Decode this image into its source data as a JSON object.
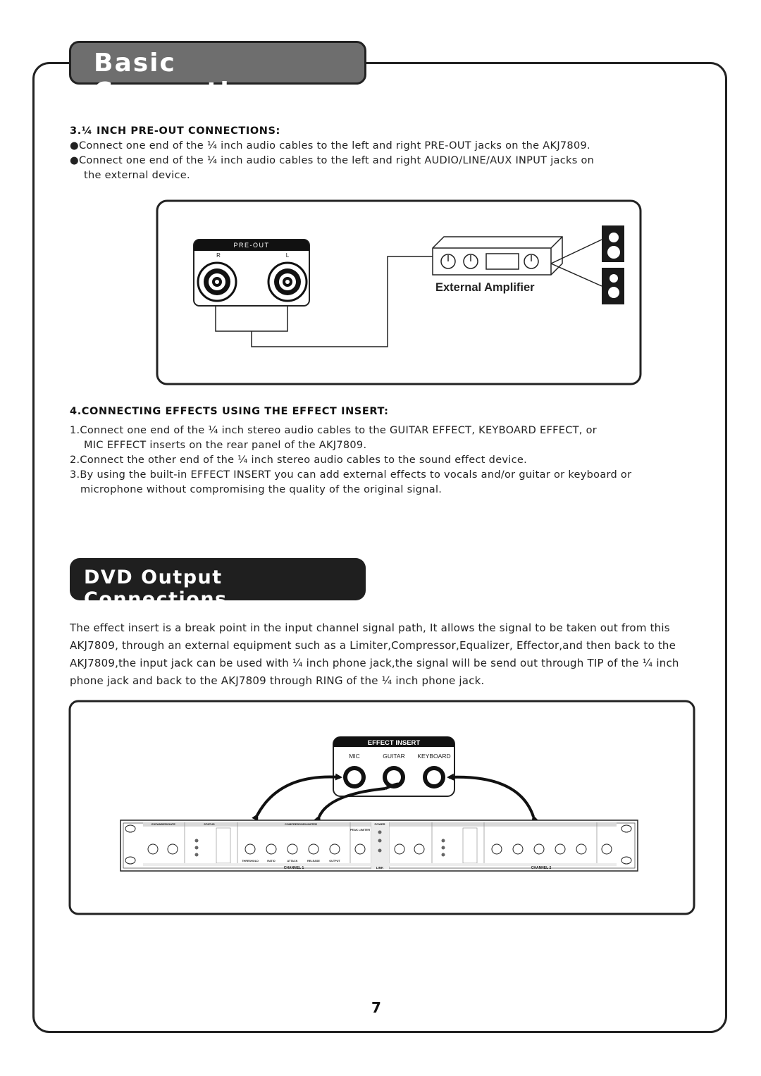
{
  "sections": {
    "basic_title": "Basic Connections",
    "dvd_title": "DVD Output Connections"
  },
  "preout": {
    "heading": "3.¼ INCH PRE-OUT CONNECTIONS:",
    "bullets": [
      "●Connect one end of the ¼ inch audio cables to the left and right PRE-OUT jacks on the AKJ7809.",
      "●Connect one end of the ¼ inch audio cables to the left and right AUDIO/LINE/AUX INPUT jacks on",
      "the external device."
    ]
  },
  "diagram1": {
    "panel_label": "PRE-OUT",
    "r_label": "R",
    "l_label": "L",
    "amp_label": "External Amplifier"
  },
  "effects": {
    "heading": "4.CONNECTING EFFECTS USING THE EFFECT INSERT:",
    "lines": [
      "1.Connect one end of the ¼ inch stereo audio cables to the GUITAR EFFECT, KEYBOARD EFFECT, or",
      "MIC EFFECT inserts on the rear panel of the AKJ7809.",
      "2.Connect the other end of the ¼ inch stereo audio cables to the sound effect device.",
      "3.By using the built-in EFFECT INSERT you can add external effects to vocals and/or guitar or keyboard or",
      "microphone without compromising the quality of the original signal."
    ]
  },
  "dvd": {
    "lines": [
      "The effect insert is a break point in the input channel signal path, It allows the signal to be taken out from this",
      "AKJ7809, through an external equipment such as a Limiter,Compressor,Equalizer, Effector,and then back to the",
      "AKJ7809,the input jack can be used with ¼ inch phone jack,the signal will be send out through TIP of the ¼ inch",
      "phone jack and back to the AKJ7809 through RING of the ¼ inch phone jack."
    ]
  },
  "diagram2": {
    "insert_title": "EFFECT INSERT",
    "jacks": [
      "MIC",
      "GUITAR",
      "KEYBOARD"
    ],
    "rack_labels": {
      "channel1": "CHANNEL 1",
      "channel2": "CHANNEL 2",
      "link": "LINK",
      "power": "POWER",
      "expander": "EXPANDER/GATE",
      "status": "STATUS",
      "compressor": "COMPRESSOR/LIMITER",
      "peak": "PEAK LIMITER",
      "threshold": "THRESHOLD",
      "ratio": "RATIO",
      "attack": "ATTACK",
      "release": "RELEASE",
      "output": "OUTPUT"
    }
  },
  "page_number": "7"
}
